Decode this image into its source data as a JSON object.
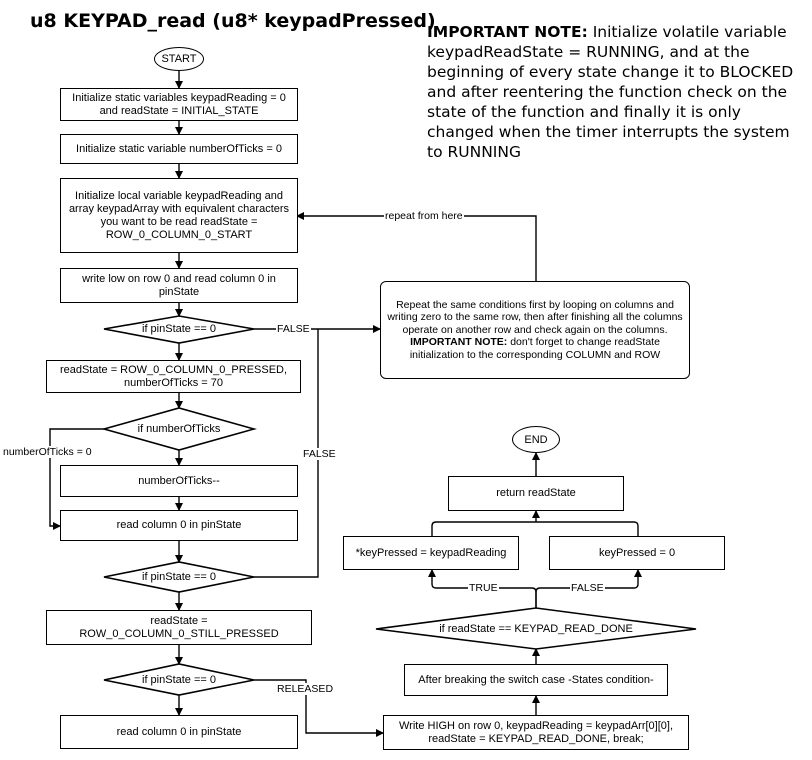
{
  "title": "u8 KEYPAD_read (u8* keypadPressed)",
  "note": {
    "heading": "IMPORTANT NOTE:",
    "text": "Initialize volatile variable keypadReadState = RUNNING, and at the beginning of every state change it to BLOCKED and after reentering the function check on the state of the function and finally it is only changed when the timer interrupts the system to RUNNING"
  },
  "nodes": {
    "start": "START",
    "init_static": "Initialize static variables keypadReading = 0 and readState = INITIAL_STATE",
    "init_ticks": "Initialize static variable numberOfTicks = 0",
    "init_local": "Initialize local variable keypadReading  and array keypadArray with equivalent characters you want to be read readState = ROW_0_COLUMN_0_START",
    "write_low": "write low on row 0 and read column 0 in pinState",
    "if_pin_1": "if pinState == 0",
    "set_pressed": "readState = ROW_0_COLUMN_0_PRESSED, numberOfTicks = 70",
    "if_ticks": "if numberOfTicks",
    "dec_ticks": "numberOfTicks--",
    "read_col_1": "read column 0 in pinState",
    "if_pin_2": "if pinState == 0",
    "set_still": "readState = ROW_0_COLUMN_0_STILL_PRESSED",
    "if_pin_3": "if pinState == 0",
    "read_col_2": "read column 0 in pinState",
    "repeat_box": "Repeat the same conditions first by looping on columns and writing zero to the same row, then after finishing all the columns operate on another row and check again on the columns.",
    "repeat_note_heading": "IMPORTANT NOTE:",
    "repeat_note_text": "don't forget to change readState initialization to the corresponding COLUMN and ROW",
    "write_high": "Write HIGH on row 0, keypadReading = keypadArr[0][0], readState = KEYPAD_READ_DONE, break;",
    "after_break": "After breaking the switch case -States condition-",
    "if_done": "if readState == KEYPAD_READ_DONE",
    "key_true": "*keyPressed = keypadReading",
    "key_false": "keyPressed = 0",
    "return": "return readState",
    "end": "END"
  },
  "labels": {
    "false_1": "FALSE",
    "false_2": "FALSE",
    "ticks_zero": "numberOfTicks = 0",
    "released": "RELEASED",
    "repeat_from_here": "repeat from here",
    "true": "TRUE",
    "false_3": "FALSE"
  }
}
